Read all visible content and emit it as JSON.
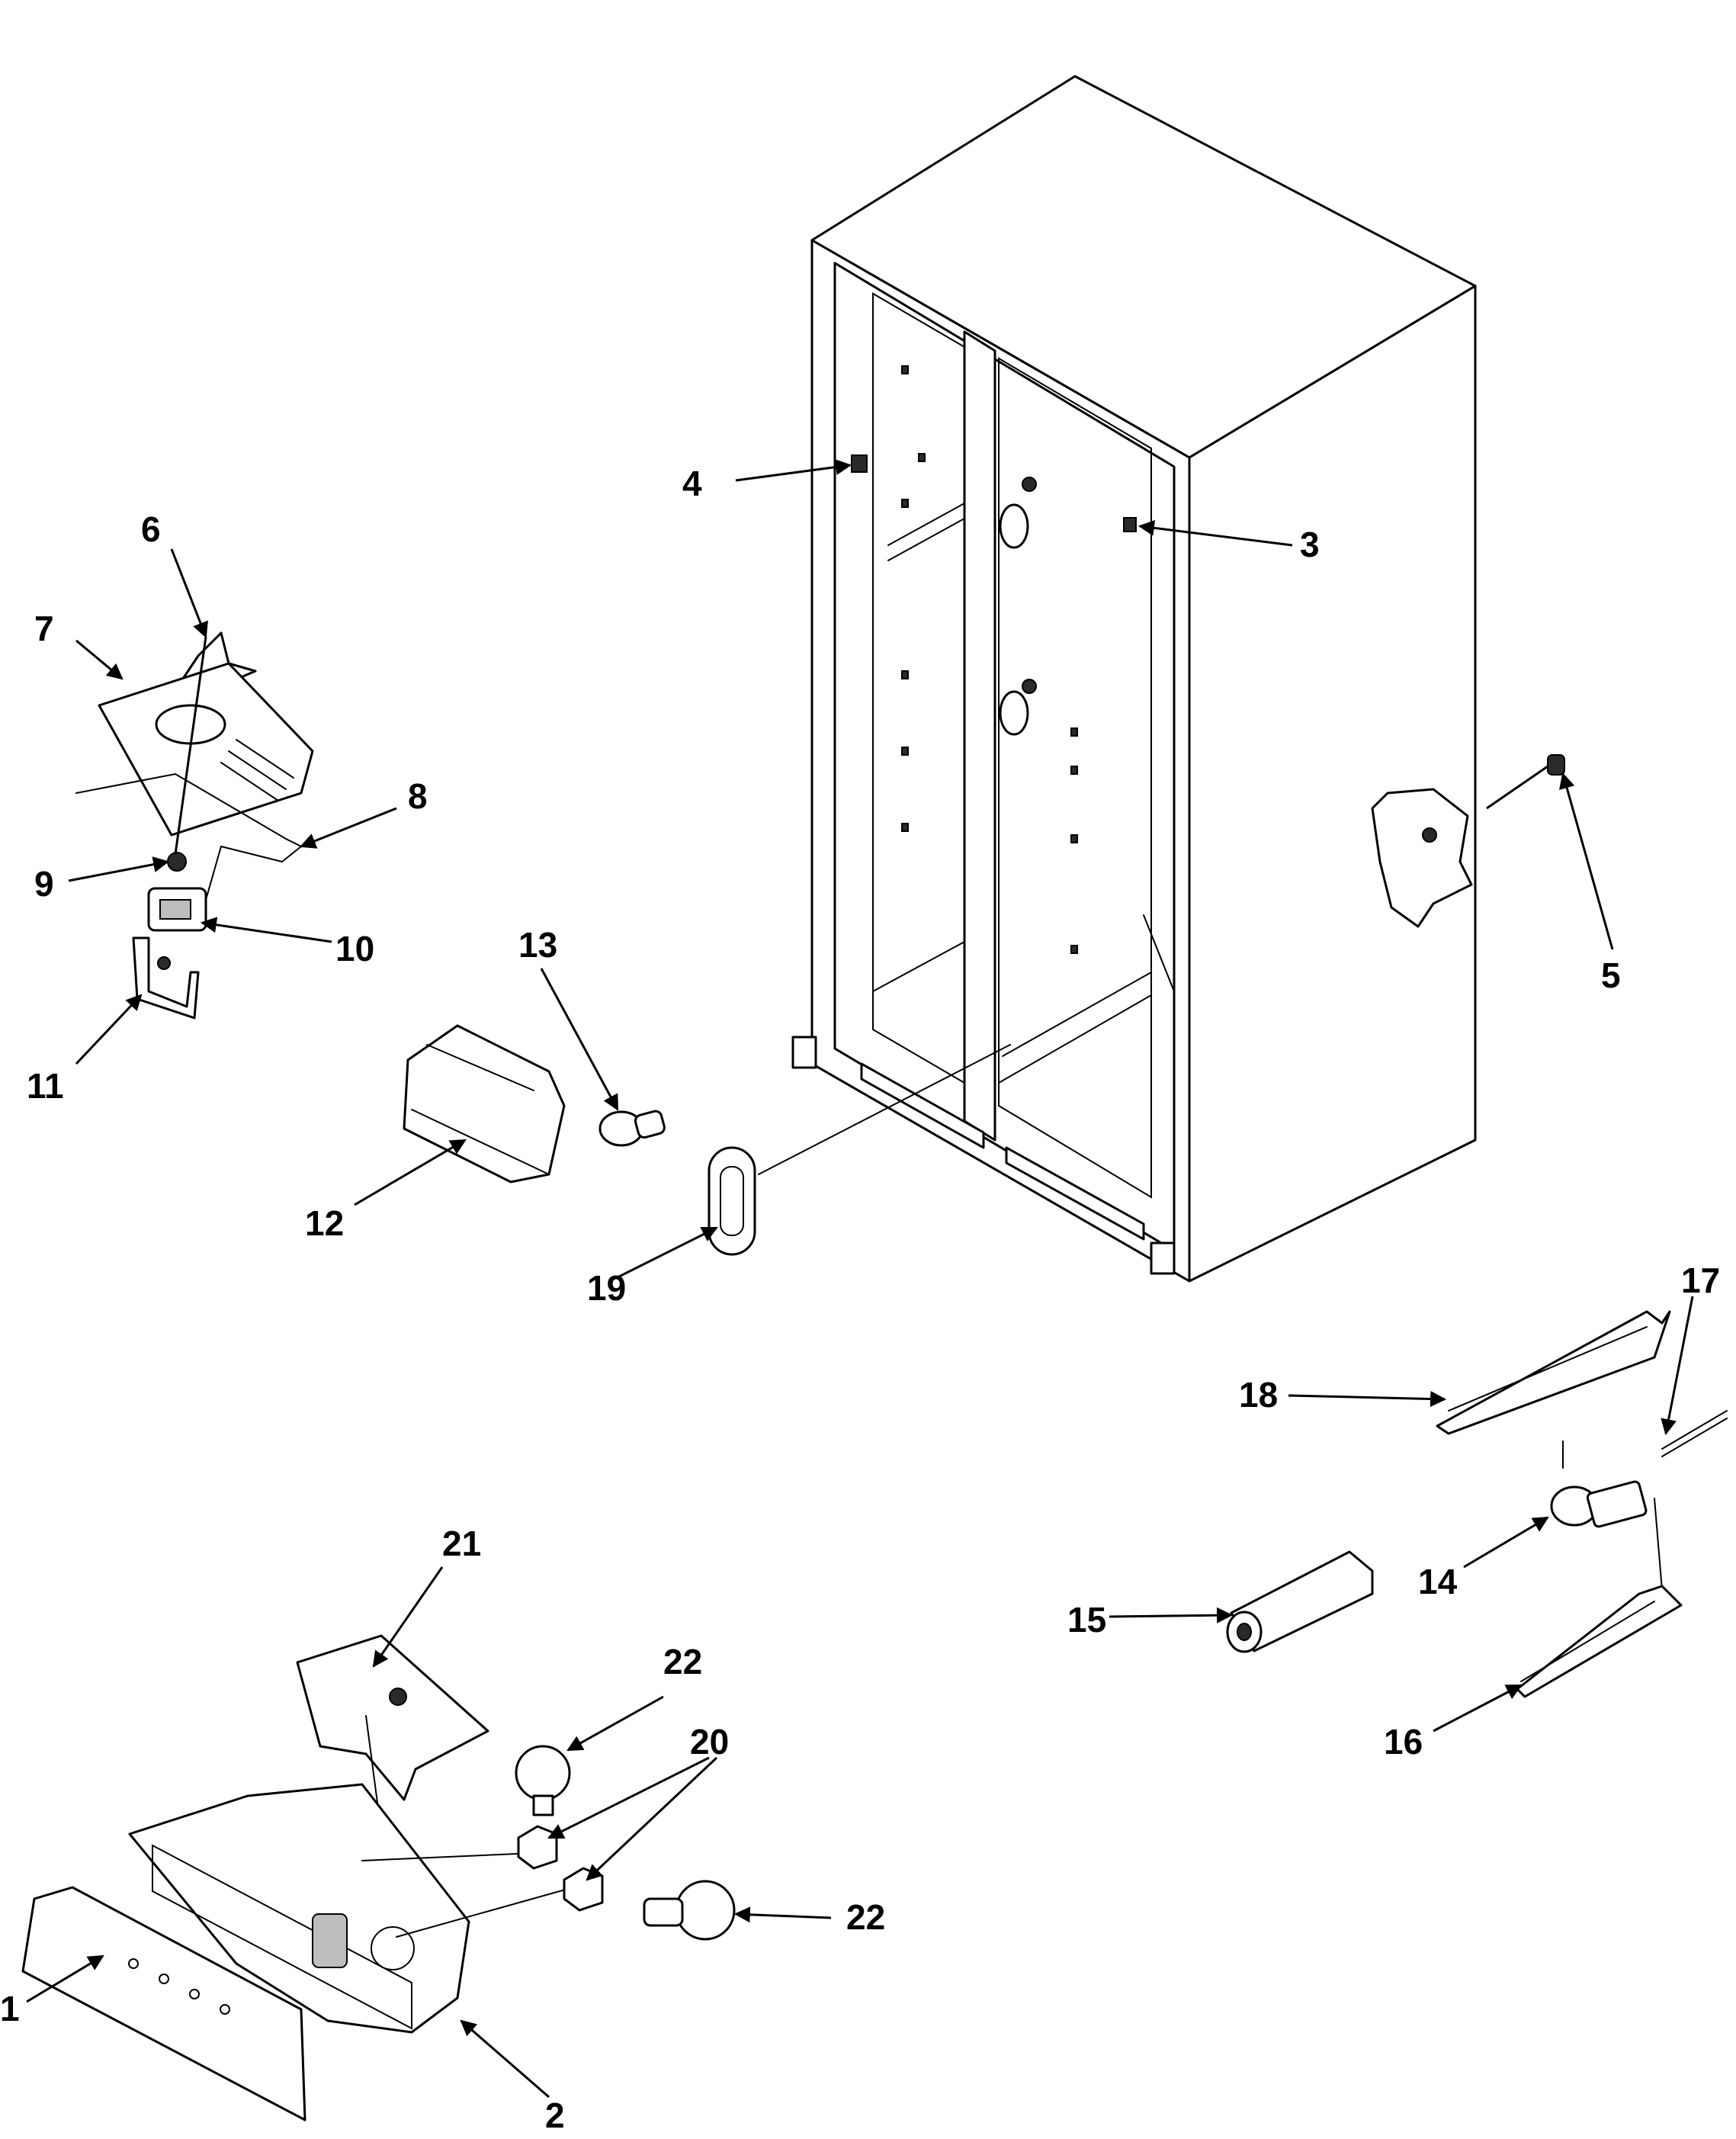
{
  "callouts": [
    {
      "id": "1",
      "label": "1"
    },
    {
      "id": "2",
      "label": "2"
    },
    {
      "id": "3",
      "label": "3"
    },
    {
      "id": "4",
      "label": "4"
    },
    {
      "id": "5",
      "label": "5"
    },
    {
      "id": "6",
      "label": "6"
    },
    {
      "id": "7",
      "label": "7"
    },
    {
      "id": "8",
      "label": "8"
    },
    {
      "id": "9",
      "label": "9"
    },
    {
      "id": "10",
      "label": "10"
    },
    {
      "id": "11",
      "label": "11"
    },
    {
      "id": "12",
      "label": "12"
    },
    {
      "id": "13",
      "label": "13"
    },
    {
      "id": "14",
      "label": "14"
    },
    {
      "id": "15",
      "label": "15"
    },
    {
      "id": "16",
      "label": "16"
    },
    {
      "id": "17",
      "label": "17"
    },
    {
      "id": "18",
      "label": "18"
    },
    {
      "id": "19",
      "label": "19"
    },
    {
      "id": "20",
      "label": "20"
    },
    {
      "id": "21",
      "label": "21"
    },
    {
      "id": "22a",
      "label": "22"
    },
    {
      "id": "22b",
      "label": "22"
    }
  ]
}
